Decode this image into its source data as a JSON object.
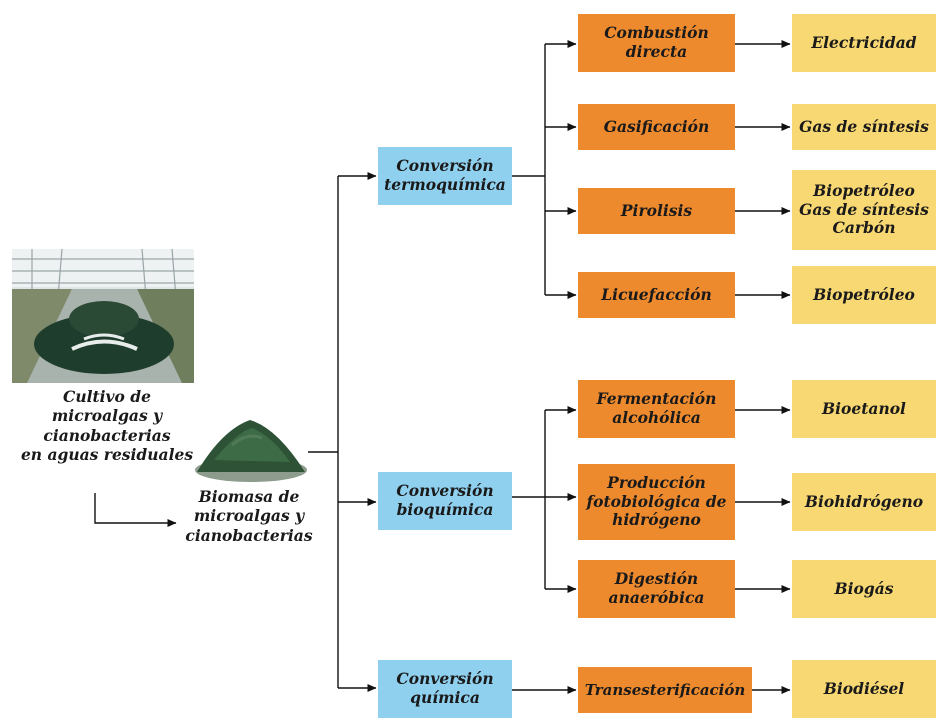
{
  "source": {
    "photo_icon": "raceway-pond-greenhouse-photo",
    "label": "Cultivo de\nmicroalgas y\ncianobacterias\nen aguas residuales"
  },
  "biomass": {
    "photo_icon": "green-powder-pile-photo",
    "label": "Biomasa de\nmicroalgas y\ncianobacterias"
  },
  "conversions": {
    "termo": "Conversión\ntermoquímica",
    "bio": "Conversión\nbioquímica",
    "quim": "Conversión\nquímica"
  },
  "processes": {
    "combustion": "Combustión\ndirecta",
    "gasificacion": "Gasificación",
    "pirolisis": "Pirolisis",
    "licuefaccion": "Licuefacción",
    "fermentacion": "Fermentación\nalcohólica",
    "fotobiologica": "Producción\nfotobiológica de\nhidrógeno",
    "digestion": "Digestión\nanaeróbica",
    "transesterificacion": "Transesterificación"
  },
  "products": {
    "electricidad": "Electricidad",
    "gas_sintesis": "Gas de síntesis",
    "pirolisis_products": "Biopetróleo\nGas de síntesis\nCarbón",
    "biopetroleo": "Biopetróleo",
    "bioetanol": "Bioetanol",
    "biohidrogeno": "Biohidrógeno",
    "biogas": "Biogás",
    "biodiesel": "Biodiésel"
  },
  "colors": {
    "conversion_fill": "#8fd0ef",
    "process_fill": "#ee8a2e",
    "product_fill": "#f8d872",
    "connector": "#111111"
  }
}
